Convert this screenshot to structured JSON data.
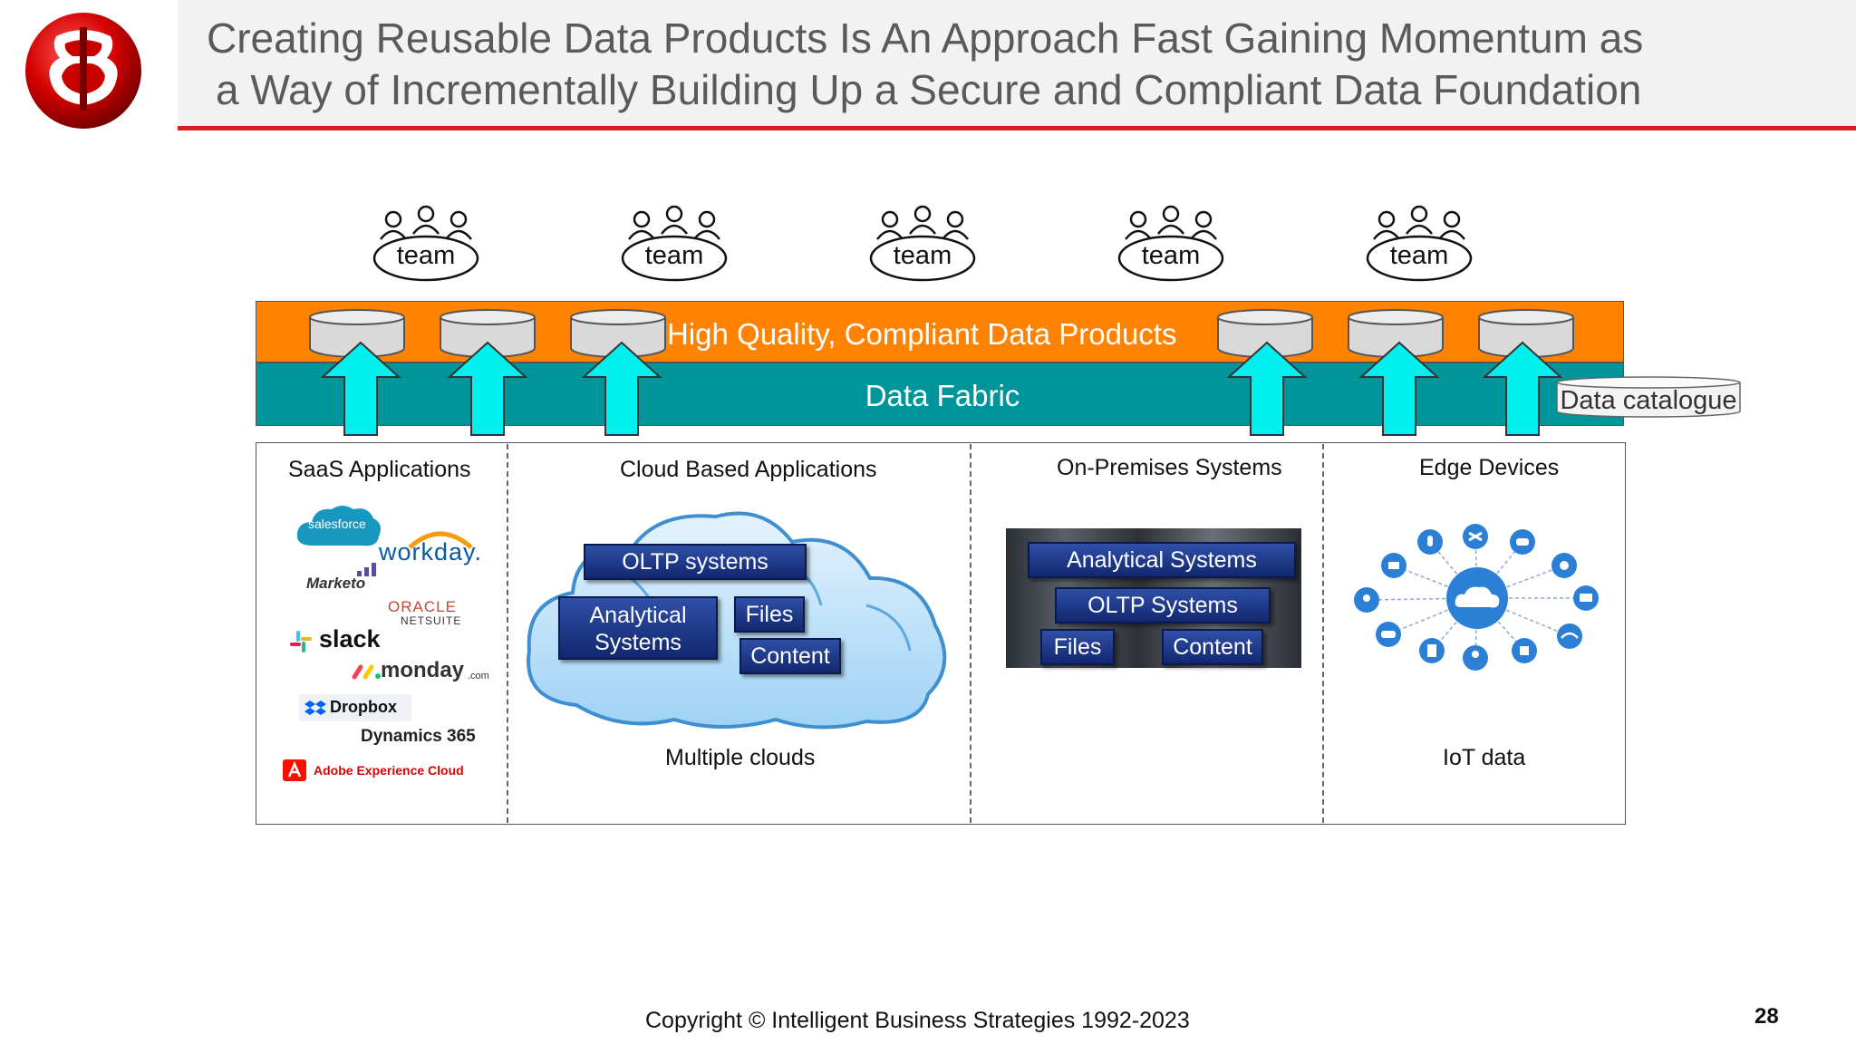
{
  "slide": {
    "title_line1": "Creating Reusable Data Products Is An Approach Fast Gaining Momentum as",
    "title_line2": "a Way of Incrementally Building Up a Secure and Compliant Data Foundation",
    "copyright": "Copyright © Intelligent Business Strategies 1992-2023",
    "page_number": "28",
    "logo": "company-logo-icon"
  },
  "teams": [
    "team",
    "team",
    "team",
    "team",
    "team"
  ],
  "layers": {
    "data_products": "High Quality, Compliant  Data Products",
    "data_fabric": "Data Fabric",
    "data_catalogue": "Data catalogue"
  },
  "colors": {
    "data_products_band": "#ff8200",
    "data_fabric_band": "#00959a",
    "arrows": "#00f0f0",
    "title_rule": "#d42020",
    "blue_boxes": "#1f3a8a"
  },
  "sources": {
    "saas": {
      "title": "SaaS Applications",
      "logos": [
        "salesforce",
        "workday.",
        "Marketo",
        "ORACLE",
        "NETSUITE",
        "slack",
        "monday",
        ".com",
        "Dropbox",
        "Dynamics 365",
        "Adobe Experience Cloud"
      ]
    },
    "cloud": {
      "title": "Cloud Based Applications",
      "boxes": [
        "OLTP systems",
        "Analytical",
        "Systems",
        "Files",
        "Content"
      ],
      "caption": "Multiple clouds"
    },
    "onprem": {
      "title": "On-Premises Systems",
      "boxes": [
        "Analytical Systems",
        "OLTP Systems",
        "Files",
        "Content"
      ]
    },
    "edge": {
      "title": "Edge Devices",
      "caption": "IoT data"
    }
  }
}
